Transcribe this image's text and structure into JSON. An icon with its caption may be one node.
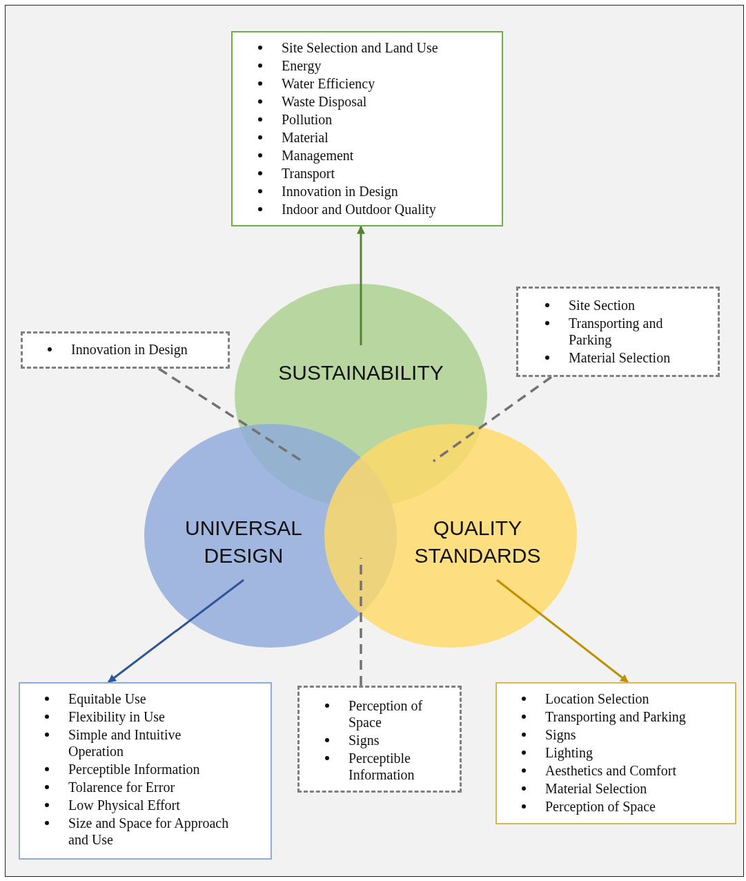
{
  "diagram": {
    "nodes": [
      {
        "text": [
          "SUSTAINABILITY"
        ]
      },
      {
        "text": [
          "UNIVERSAL DESIGN"
        ]
      },
      {
        "text": [
          "QUALITY STANDARDS"
        ]
      },
      {
        "text": [
          "Site Selection and Land Use",
          "Energy",
          "Water Efficiency",
          "Waste Disposal",
          "Pollution",
          "Material",
          "Management",
          "Transport",
          "Innovation in Design",
          "Indoor and Outdoor Quality"
        ]
      },
      {
        "text": [
          "Innovation in Design"
        ]
      },
      {
        "text": [
          "Site Section",
          "Transporting and Parking",
          "Material Selection"
        ]
      },
      {
        "text": [
          "Equitable Use",
          "Flexibility in Use",
          "Simple and Intuitive Operation",
          "Perceptible Information",
          "Tolarence for Error",
          "Low Physical Effort",
          "Size and Space for Approach and Use"
        ]
      },
      {
        "text": [
          "Perception of Space",
          "Signs",
          "Perceptible Information"
        ]
      },
      {
        "text": [
          "Location Selection",
          "Transporting and Parking",
          "Signs",
          "Lighting",
          "Aesthetics and Comfort",
          "Material Selection",
          "Perception of Space"
        ]
      }
    ],
    "edges": [
      {
        "from": 0,
        "to": 3,
        "arrow": "to",
        "color": "#548235"
      },
      {
        "from": 4,
        "to": 0,
        "arrow": "none",
        "style": "dashed",
        "color": "#767171"
      },
      {
        "from": 5,
        "to": 0,
        "arrow": "none",
        "style": "dashed",
        "color": "#767171"
      },
      {
        "from": 1,
        "to": 6,
        "arrow": "to",
        "color": "#2f5597"
      },
      {
        "from": 7,
        "to": 1,
        "arrow": "none",
        "style": "dashed",
        "color": "#767171"
      },
      {
        "from": 2,
        "to": 8,
        "arrow": "to",
        "color": "#bf9000"
      }
    ]
  }
}
